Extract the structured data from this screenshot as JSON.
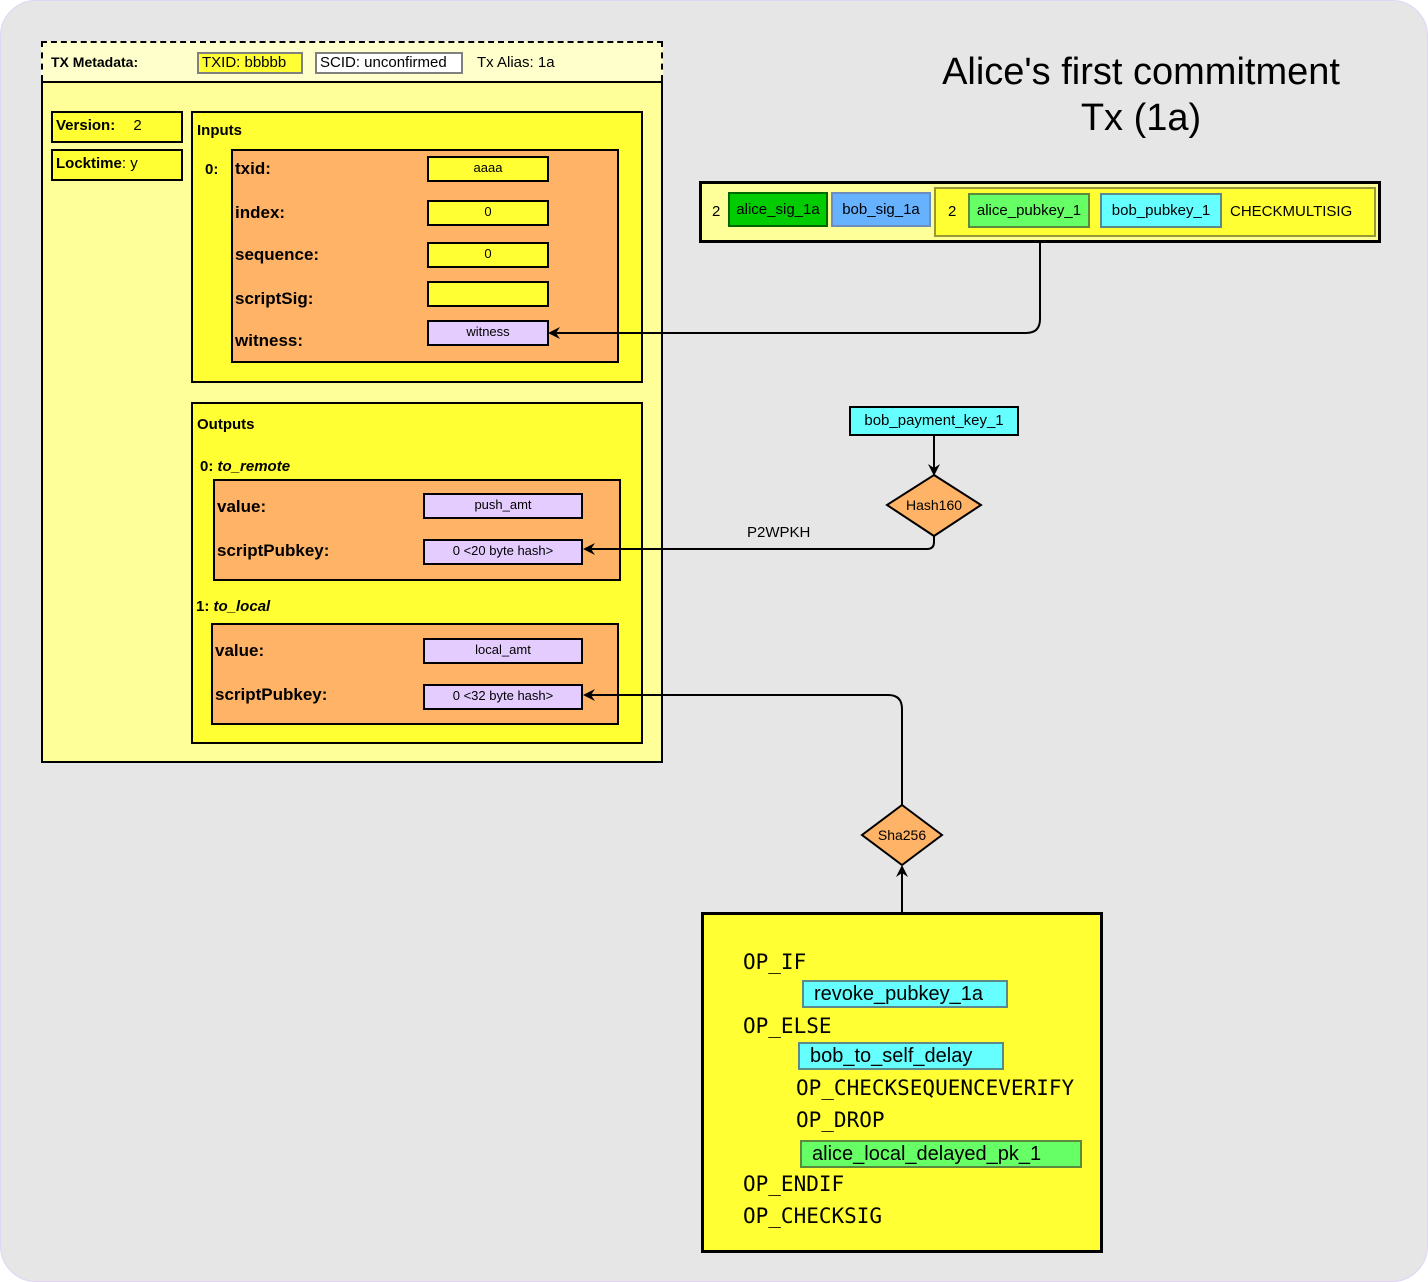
{
  "title": {
    "line1": "Alice's first commitment",
    "line2": "Tx (1a)"
  },
  "metadata": {
    "label": "TX Metadata:",
    "txid": "TXID:  bbbbb",
    "scid": "SCID: unconfirmed",
    "alias": "Tx Alias: 1a"
  },
  "tx": {
    "version_label": "Version:",
    "version_value": "2",
    "locktime_label": "Locktime",
    "locktime_value": ":  y",
    "inputs": {
      "heading": "Inputs",
      "index": "0:",
      "fields": [
        {
          "label": "txid:",
          "value": "aaaa",
          "style": "yellow"
        },
        {
          "label": "index:",
          "value": "0",
          "style": "yellow"
        },
        {
          "label": "sequence:",
          "value": "0",
          "style": "yellow"
        },
        {
          "label": "scriptSig:",
          "value": "",
          "style": "yellow"
        },
        {
          "label": "witness:",
          "value": "witness",
          "style": "lilac"
        }
      ]
    },
    "outputs": {
      "heading": "Outputs",
      "items": [
        {
          "index": "0:",
          "name": "to_remote",
          "value_label": "value:",
          "value": "push_amt",
          "spk_label": "scriptPubkey:",
          "spk": "0 <20 byte hash>"
        },
        {
          "index": "1:",
          "name": "to_local",
          "value_label": "value:",
          "value": "local_amt",
          "spk_label": "scriptPubkey:",
          "spk": "0 <32 byte hash>"
        }
      ]
    }
  },
  "witness_script": {
    "count": "2",
    "sig_alice": "alice_sig_1a",
    "sig_bob": "bob_sig_1a",
    "redeem_count": "2",
    "pubkey_alice": "alice_pubkey_1",
    "pubkey_bob": "bob_pubkey_1",
    "op": "CHECKMULTISIG"
  },
  "to_remote_flow": {
    "key": "bob_payment_key_1",
    "hash": "Hash160",
    "edge_label": "P2WPKH"
  },
  "to_local_flow": {
    "hash": "Sha256",
    "script": {
      "op_if": "OP_IF",
      "revoke_key": "revoke_pubkey_1a",
      "op_else": "OP_ELSE",
      "delay": "bob_to_self_delay",
      "op_csv": "OP_CHECKSEQUENCEVERIFY",
      "op_drop": "OP_DROP",
      "delayed_key": "alice_local_delayed_pk_1",
      "op_endif": "OP_ENDIF",
      "op_checksig": "OP_CHECKSIG"
    }
  },
  "colors": {
    "background": "#e6e6e6",
    "tx_body": "#ffff99",
    "section": "#ffff33",
    "inner": "#ffb366",
    "value_lilac": "#e5ccff",
    "alice_sig": "#00cc00",
    "bob_sig": "#66b2ff",
    "alice_key": "#66ff66",
    "bob_key": "#66ffff",
    "hash_diamond": "#ffb366"
  }
}
